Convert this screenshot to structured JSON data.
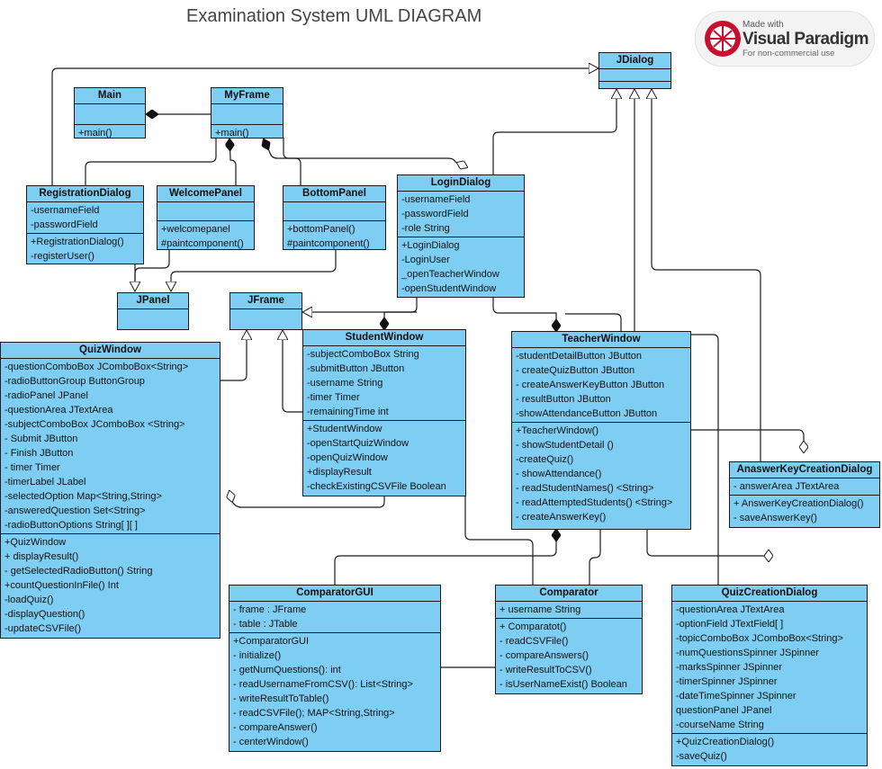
{
  "title": "Examination System UML DIAGRAM",
  "watermark": {
    "made": "Made with",
    "brand": "Visual Paradigm",
    "note": "For non-commercial use",
    "logo_color": "#c8102e"
  },
  "colors": {
    "class_fill": "#7ecef4",
    "line": "#1b1b1b"
  },
  "classes": {
    "jdialog": {
      "name": "JDialog",
      "sections": [
        [],
        []
      ]
    },
    "main": {
      "name": "Main",
      "sections": [
        [],
        [
          "+main()"
        ]
      ]
    },
    "myframe": {
      "name": "MyFrame",
      "sections": [
        [],
        [
          "+main()"
        ]
      ]
    },
    "registrationdialog": {
      "name": "RegistrationDialog",
      "sections": [
        [
          "-usernameField",
          "-passwordField"
        ],
        [
          "+RegistrationDialog()",
          "-registerUser()"
        ]
      ]
    },
    "welcomepanel": {
      "name": "WelcomePanel",
      "sections": [
        [],
        [
          "+welcomepanel",
          "#paintcomponent()"
        ]
      ]
    },
    "bottompanel": {
      "name": "BottomPanel",
      "sections": [
        [],
        [
          "+bottomPanel()",
          "#paintcomponent()"
        ]
      ]
    },
    "logindialog": {
      "name": "LoginDialog",
      "sections": [
        [
          "-usernameField",
          "-passwordField",
          "-role String"
        ],
        [
          "+LoginDialog",
          "-LoginUser",
          "_openTeacherWindow",
          "-openStudentWindow"
        ]
      ]
    },
    "jpanel": {
      "name": "JPanel",
      "sections": [
        []
      ]
    },
    "jframe": {
      "name": "JFrame",
      "sections": [
        []
      ]
    },
    "quizwindow": {
      "name": "QuizWindow",
      "sections": [
        [
          "-questionComboBox JComboBox<String>",
          "-radioButtonGroup  ButtonGroup",
          "-radioPanel  JPanel",
          "-questionArea  JTextArea",
          "-subjectComboBox  JComboBox <String>",
          "- Submit JButton",
          "- Finish JButton",
          "- timer Timer",
          "-timerLabel JLabel",
          "-selectedOption  Map<String,String>",
          "-answeredQuestion Set<String>",
          "-radioButtonOptions String[ ][ ]"
        ],
        [
          "+QuizWindow",
          "+ displayResult()",
          "- getSelectedRadioButton()  String",
          "+countQuestionInFile()   Int",
          "-loadQuiz()",
          "-displayQuestion()",
          "-updateCSVFile()"
        ]
      ]
    },
    "studentwindow": {
      "name": "StudentWindow",
      "sections": [
        [
          "-subjectComboBox String",
          "-submitButton  JButton",
          "-username String",
          "-timer Timer",
          "-remainingTime int"
        ],
        [
          "+StudentWindow",
          "-openStartQuizWindow",
          "-openQuizWindow",
          "+displayResult",
          "-checkExistingCSVFile  Boolean"
        ]
      ]
    },
    "teacherwindow": {
      "name": "TeacherWindow",
      "sections": [
        [
          "-studentDetailButton JButton",
          "- createQuizButton JButton",
          "- createAnswerKeyButton JButton",
          "- resultButton JButton",
          "-showAttendanceButton JButton"
        ],
        [
          "+TeacherWindow()",
          "- showStudentDetail ()",
          "-createQuiz()",
          "- showAttendance()",
          "- readStudentNames() <String>",
          "- readAttemptedStudents() <String>",
          "- createAnswerKey()"
        ]
      ]
    },
    "anaswerkeycreationdialog": {
      "name": "AnaswerKeyCreationDialog",
      "sections": [
        [
          "- answerArea JTextArea"
        ],
        [
          "+ AnswerKeyCreationDialog()",
          "- saveAnswerKey()"
        ]
      ]
    },
    "comparatorgui": {
      "name": "ComparatorGUI",
      "sections": [
        [
          "- frame : JFrame",
          "- table : JTable"
        ],
        [
          "+ComparatorGUI",
          "- initialize()",
          "- getNumQuestions(): int",
          "- readUsernameFromCSV(): List<String>",
          "- writeResultToTable()",
          "- readCSVFile(); MAP<String,String>",
          "- compareAnswer()",
          "- centerWindow()"
        ]
      ]
    },
    "comparator": {
      "name": "Comparator",
      "sections": [
        [
          "+ username  String"
        ],
        [
          "+ Comparatot()",
          "- readCSVFile()",
          "- compareAnswers()",
          "- writeResultToCSV()",
          "- isUserNameExist() Boolean"
        ]
      ]
    },
    "quizcreationdialog": {
      "name": "QuizCreationDialog",
      "sections": [
        [
          "-questionArea  JTextArea",
          "-optionField  JTextField[ ]",
          "-topicComboBox  JComboBox<String>",
          "-numQuestionsSpinner  JSpinner",
          "-marksSpinner  JSpinner",
          "-timerSpinner  JSpinner",
          "-dateTimeSpinner  JSpinner",
          "questionPanel  JPanel",
          "-courseName  String"
        ],
        [
          "+QuizCreationDialog()",
          "-saveQuiz()"
        ]
      ]
    }
  }
}
